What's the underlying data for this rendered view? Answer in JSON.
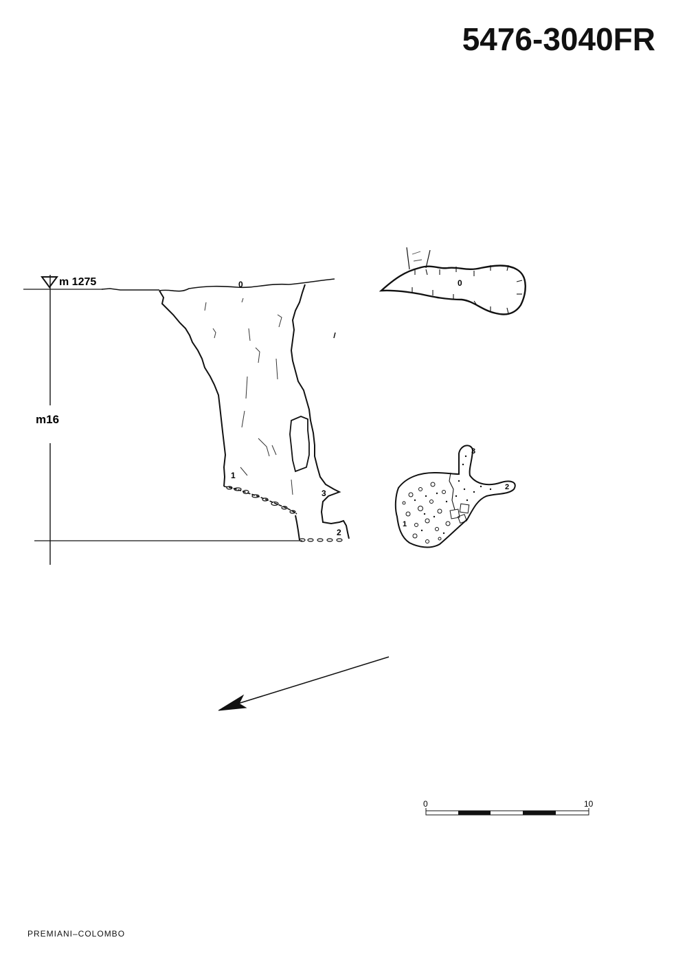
{
  "header": {
    "cave_id": "5476-3040FR"
  },
  "section": {
    "elevation_label": "m 1275",
    "depth_label": "m16",
    "station_labels": [
      "0",
      "1",
      "3",
      "2"
    ]
  },
  "plan": {
    "upper_station": "0",
    "lower_stations": [
      "3",
      "2",
      "1"
    ]
  },
  "scale_bar": {
    "start": "0",
    "end": "10"
  },
  "footer": {
    "authors": "PREMIANI–COLOMBO"
  }
}
